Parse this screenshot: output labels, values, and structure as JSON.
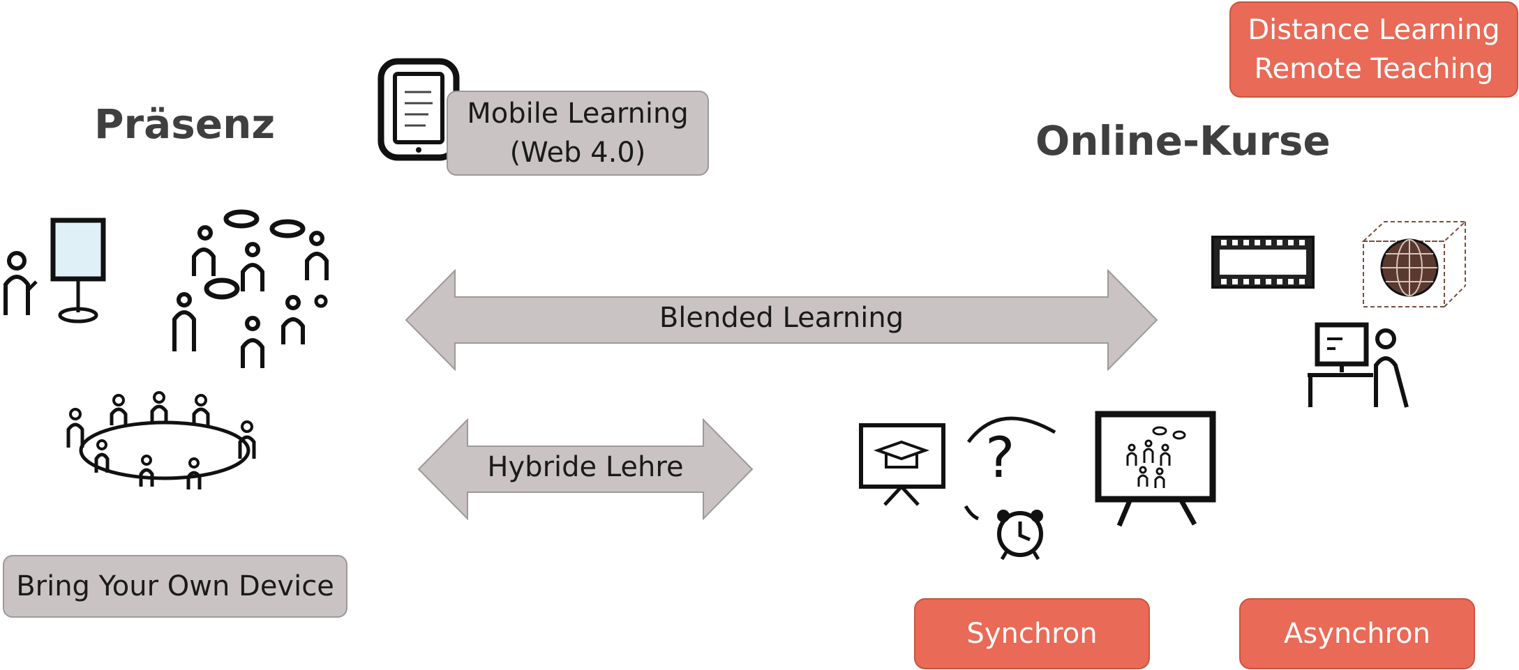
{
  "headings": {
    "praesenz": "Präsenz",
    "online": "Online-Kurse"
  },
  "boxes": {
    "mobile_line1": "Mobile Learning",
    "mobile_line2": "(Web 4.0)",
    "byod": "Bring Your Own Device",
    "distance_line1": "Distance Learning",
    "distance_line2": "Remote Teaching",
    "synchron": "Synchron",
    "asynchron": "Asynchron"
  },
  "arrows": {
    "blended": "Blended Learning",
    "hybrid": "Hybride Lehre"
  },
  "colors": {
    "grey_box": "#c9c3c3",
    "red_box": "#e96a57",
    "arrow_fill": "#c9c3c3",
    "heading": "#3f3f3f"
  },
  "icons": [
    "tablet-icon",
    "teacher-flipchart-icon",
    "group-discussion-icon",
    "round-table-icon",
    "film-strip-icon",
    "globe-cube-icon",
    "person-computer-icon",
    "presentation-board-icon",
    "question-clock-icon",
    "screen-group-icon"
  ]
}
